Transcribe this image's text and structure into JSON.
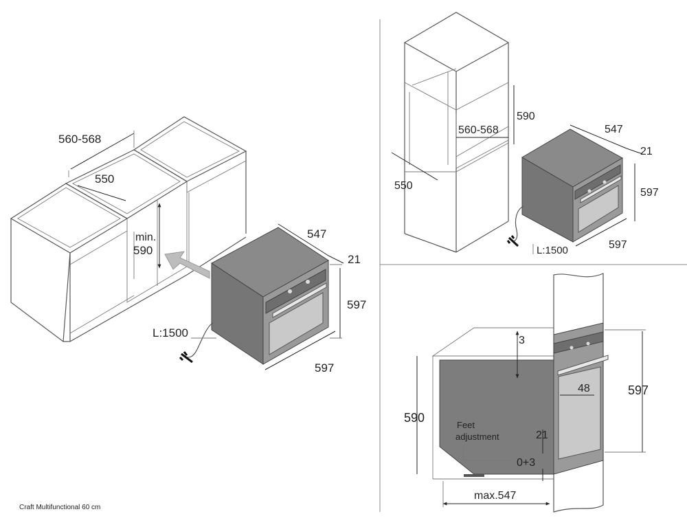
{
  "footer_caption": "Craft Multifunctional 60 cm",
  "left_view": {
    "cabinet_width": "560-568",
    "cabinet_depth": "550",
    "opening_height_line1": "min.",
    "opening_height_line2": "590",
    "oven_depth": "547",
    "front_thickness": "21",
    "oven_height": "597",
    "oven_width": "597",
    "cable_length": "L:1500"
  },
  "top_right_view": {
    "niche_height": "590",
    "niche_width": "560-568",
    "niche_depth": "550",
    "oven_depth": "547",
    "front_thickness": "21",
    "oven_height": "597",
    "oven_width": "597",
    "cable_length": "L:1500"
  },
  "bottom_right_view": {
    "top_gap": "3",
    "handle_depth": "48",
    "oven_height": "597",
    "niche_height": "590",
    "feet_line1": "Feet",
    "feet_line2": "adjustment",
    "front_thickness": "21",
    "feet_range": "0+3",
    "max_depth": "max.547"
  }
}
